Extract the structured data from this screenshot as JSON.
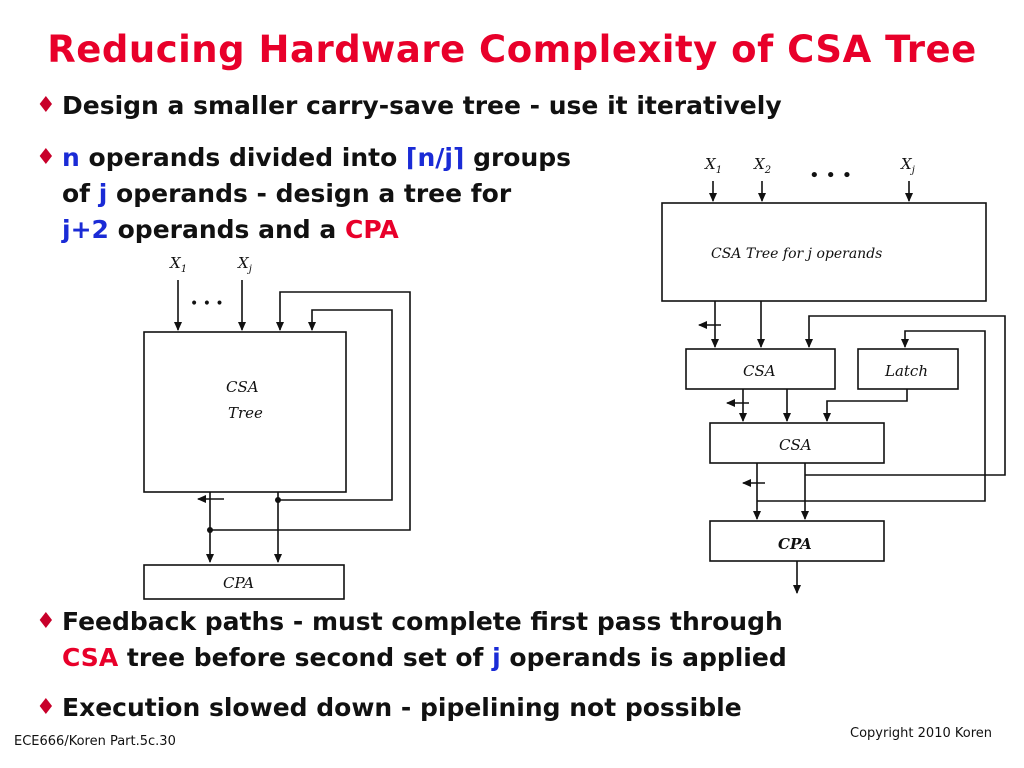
{
  "title": "Reducing Hardware Complexity of CSA Tree",
  "bullets": {
    "b1": "Design a smaller carry-save tree - use it iteratively",
    "b2": {
      "n": "n",
      "t1": " operands divided into ",
      "ceil_open": "⌈",
      "nj": "n/j",
      "ceil_close": "⌉",
      "t2": " groups",
      "of": "of ",
      "j": "j",
      "t3": " operands - design a tree for",
      "j2": "j+2",
      "t4": " operands and a ",
      "cpa": "CPA"
    },
    "b3": {
      "t1": "Feedback paths - must complete first pass through",
      "csa": "CSA",
      "t2": " tree before second set of ",
      "j": "j",
      "t3": " operands is applied"
    },
    "b4": "Execution slowed down - pipelining not possible"
  },
  "left_diagram": {
    "x1": "X",
    "x1_sub": "1",
    "xj": "X",
    "xj_sub": "j",
    "dots": "• • •",
    "box_line1": "CSA",
    "box_line2": "Tree",
    "cpa": "CPA"
  },
  "right_diagram": {
    "x1": "X",
    "x1_sub": "1",
    "x2": "X",
    "x2_sub": "2",
    "xj": "X",
    "xj_sub": "j",
    "dots": "• • •",
    "tree_label": "CSA  Tree for j  operands",
    "csa1": "CSA",
    "latch": "Latch",
    "csa2": "CSA",
    "cpa": "CPA"
  },
  "footer": {
    "left": "ECE666/Koren Part.5c.30",
    "right": "Copyright 2010 Koren"
  },
  "colors": {
    "title": "#e8002a",
    "accent_blue": "#1a2bd6",
    "accent_red": "#e8002a"
  }
}
